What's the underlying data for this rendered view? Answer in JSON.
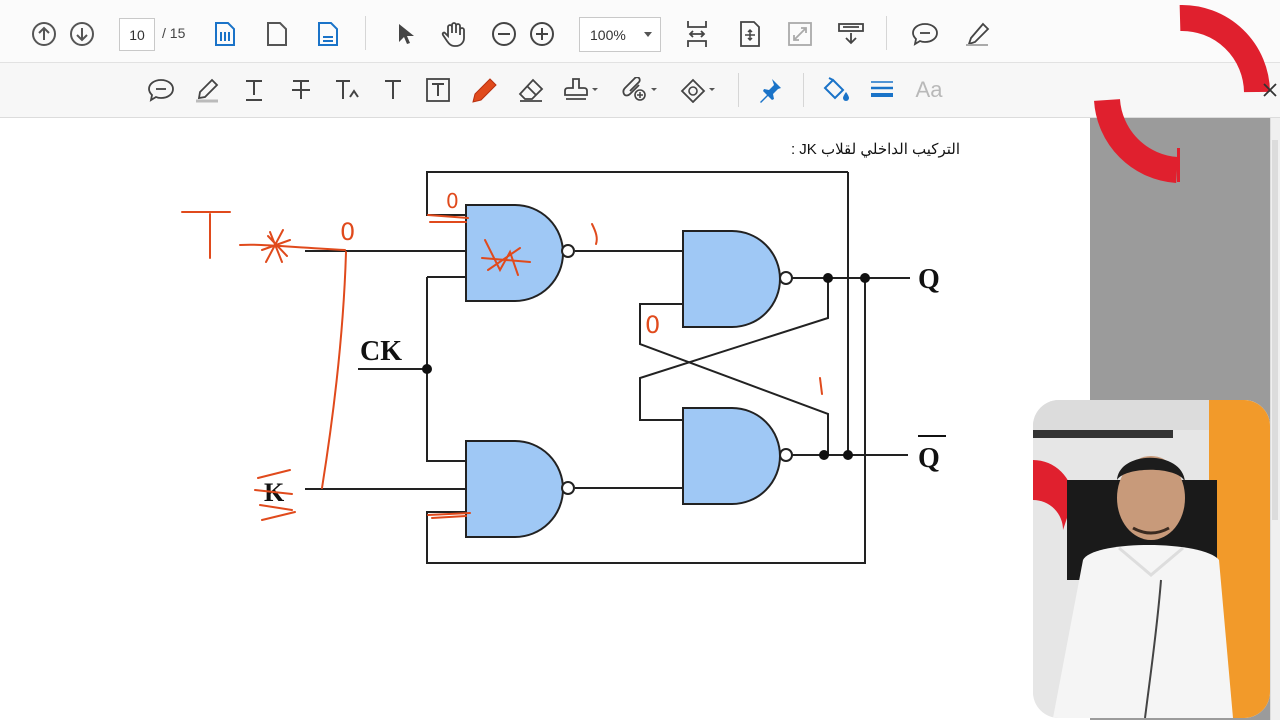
{
  "toolbar": {
    "page_current": "10",
    "page_total": "/ 15",
    "zoom": "100%",
    "icons_row1": [
      "arrow-up-icon",
      "arrow-down-icon",
      "page-fit-icon",
      "single-page-icon",
      "two-page-icon",
      "select-pointer-icon",
      "hand-icon",
      "zoom-out-icon",
      "zoom-in-icon",
      "fit-width-icon",
      "rotate-icon",
      "fullscreen-icon",
      "read-mode-icon",
      "comment-icon",
      "pen-icon"
    ],
    "icons_row2": [
      "sticky-note-icon",
      "highlight-icon",
      "text-underline-icon",
      "strikethrough-icon",
      "replace-text-icon",
      "add-text-icon",
      "textbox-icon",
      "draw-pencil-icon",
      "eraser-icon",
      "stamp-icon",
      "attach-icon",
      "shapes-icon",
      "pin-icon",
      "fill-color-icon",
      "line-weight-icon",
      "font-icon"
    ]
  },
  "document": {
    "heading": "التركيب الداخلي لقلاب JK  :"
  },
  "diagram": {
    "labels": {
      "ck": "CK",
      "k": "K",
      "q": "Q",
      "q_bar": "Q",
      "handwritten_t": "T"
    },
    "annotations": [
      "0",
      "0",
      "1",
      "0",
      "1"
    ],
    "colors": {
      "gate_fill": "#9fc8f5",
      "gate_stroke": "#222222",
      "ink": "#e04a1c",
      "brand_red": "#e0202e"
    }
  },
  "toolbar2_font_label": "Aa"
}
